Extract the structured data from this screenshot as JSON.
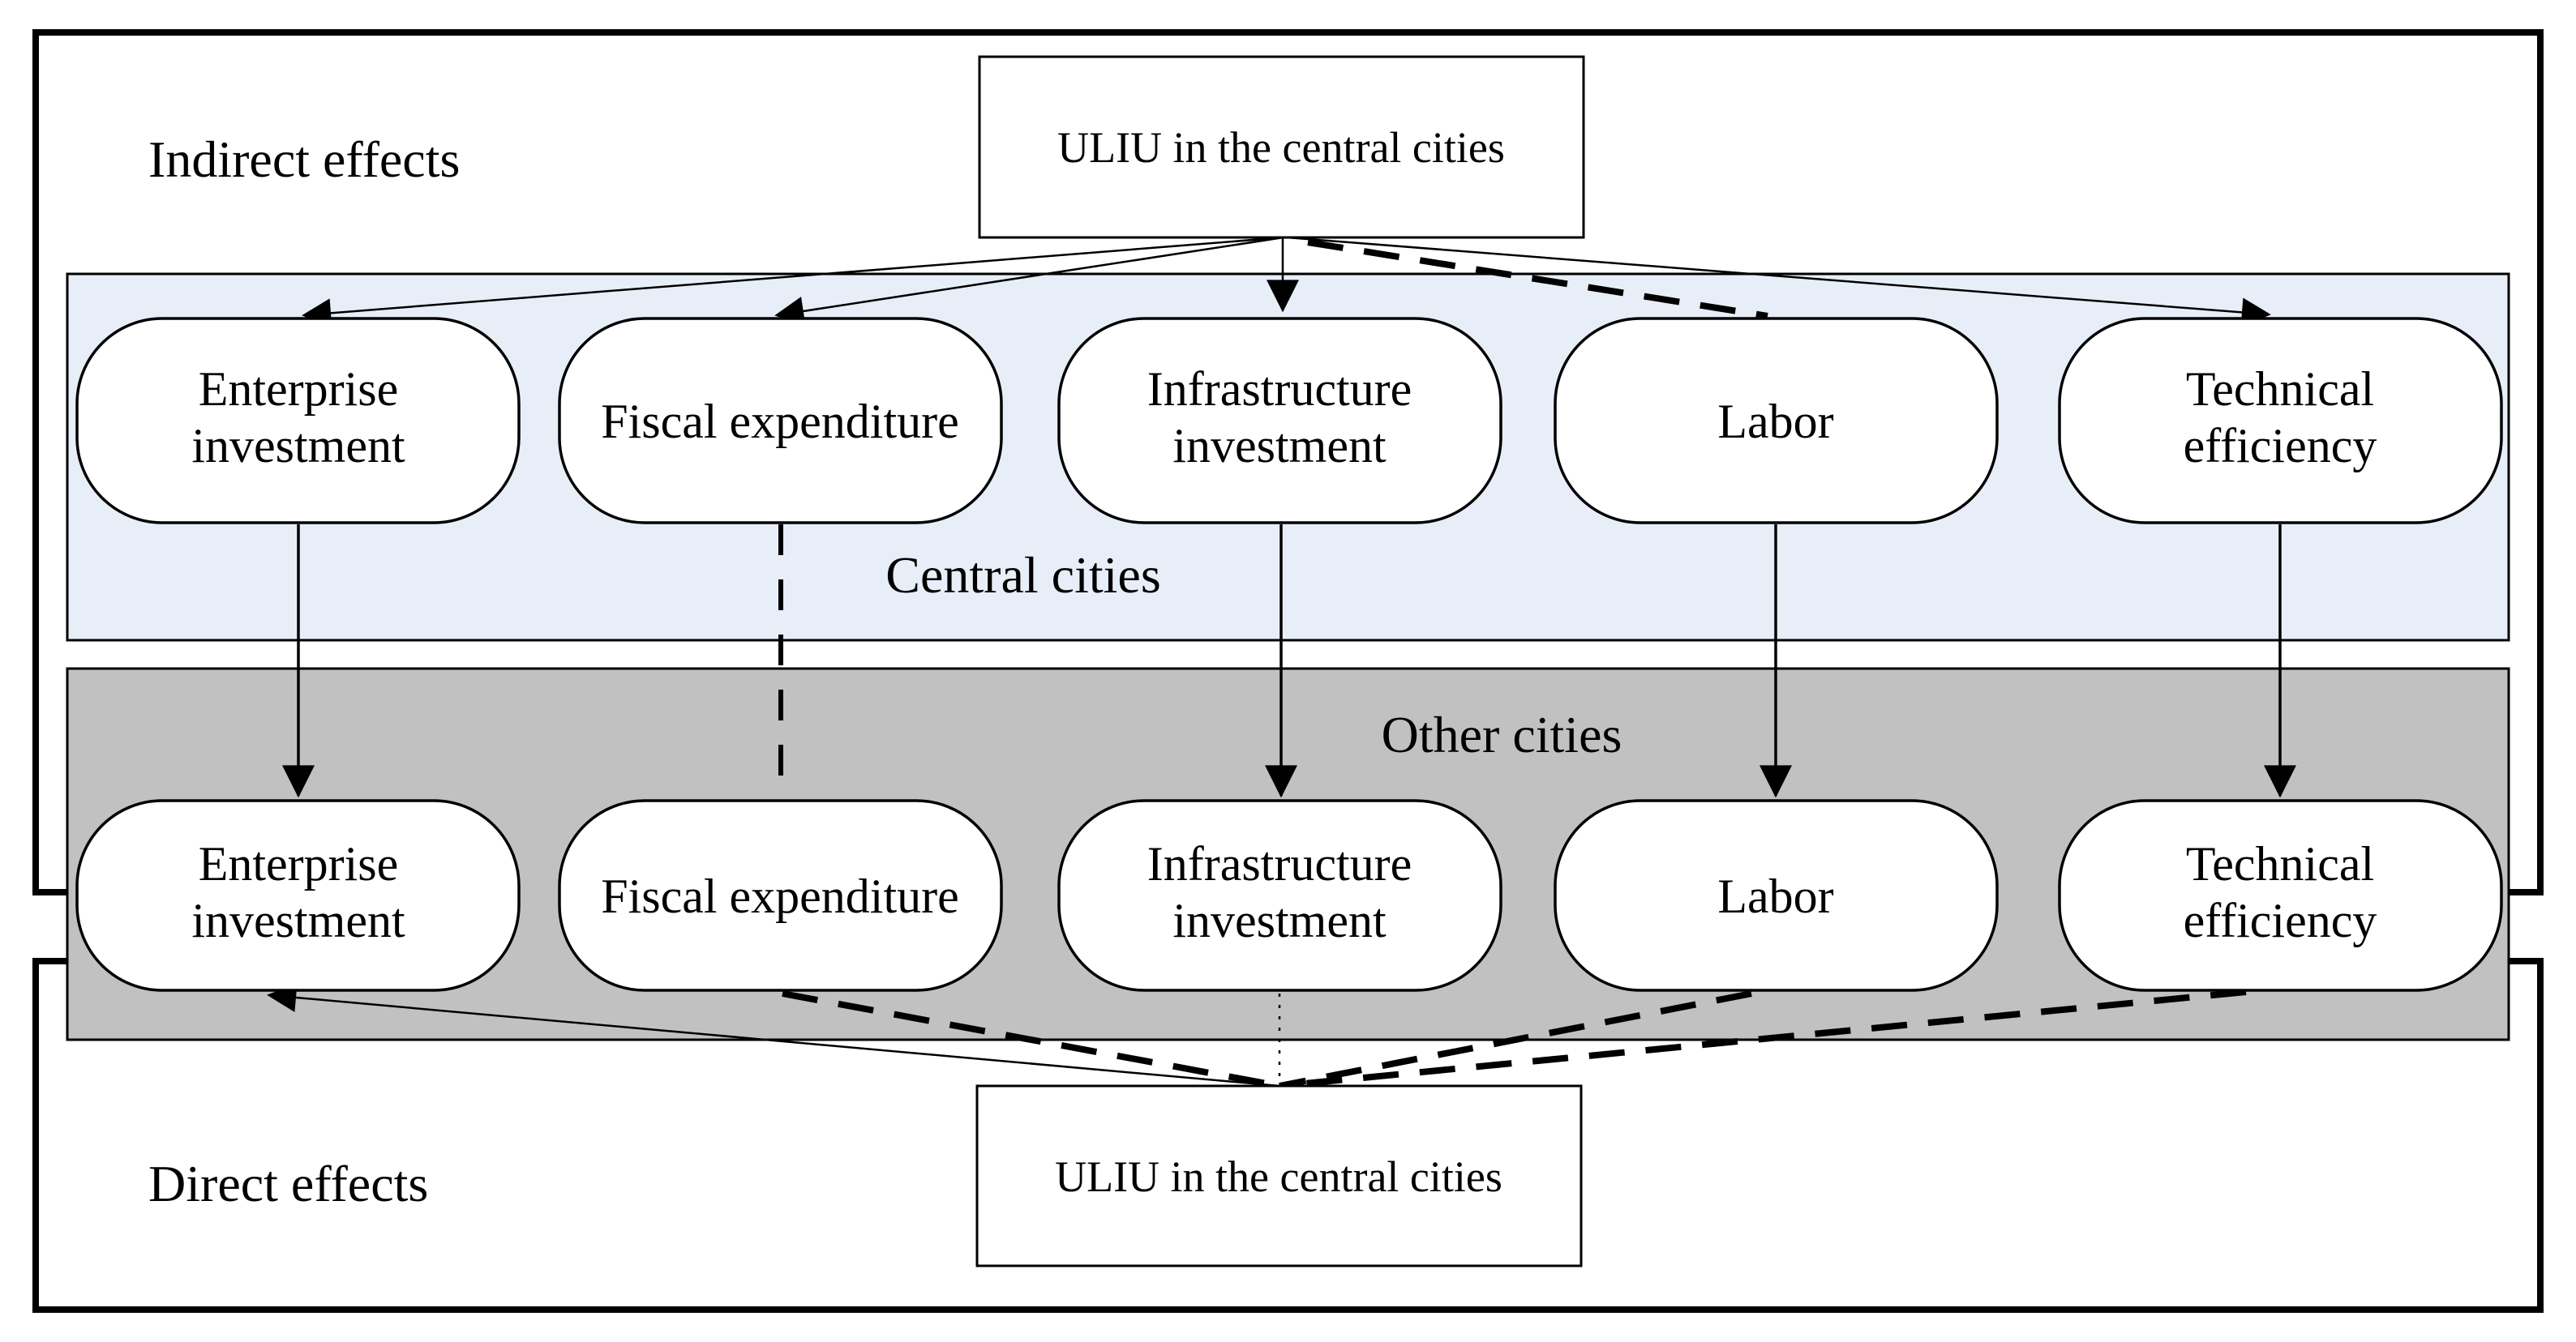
{
  "figure": {
    "sections": {
      "indirect_label": "Indirect effects",
      "direct_label": "Direct effects"
    },
    "uliu_top": "ULIU in the central cities",
    "uliu_bottom": "ULIU in the central cities",
    "bands": {
      "central_label": "Central cities",
      "other_label": "Other cities"
    },
    "factors": [
      {
        "line1": "Enterprise",
        "line2": "investment"
      },
      {
        "line1": "Fiscal expenditure",
        "line2": ""
      },
      {
        "line1": "Infrastructure",
        "line2": "investment"
      },
      {
        "line1": "Labor",
        "line2": ""
      },
      {
        "line1": "Technical",
        "line2": "efficiency"
      }
    ],
    "colors": {
      "central_band_fill": "#e8eef8",
      "other_band_fill": "#c1c1c1",
      "shape_fill": "#ffffff",
      "stroke": "#000000"
    }
  }
}
